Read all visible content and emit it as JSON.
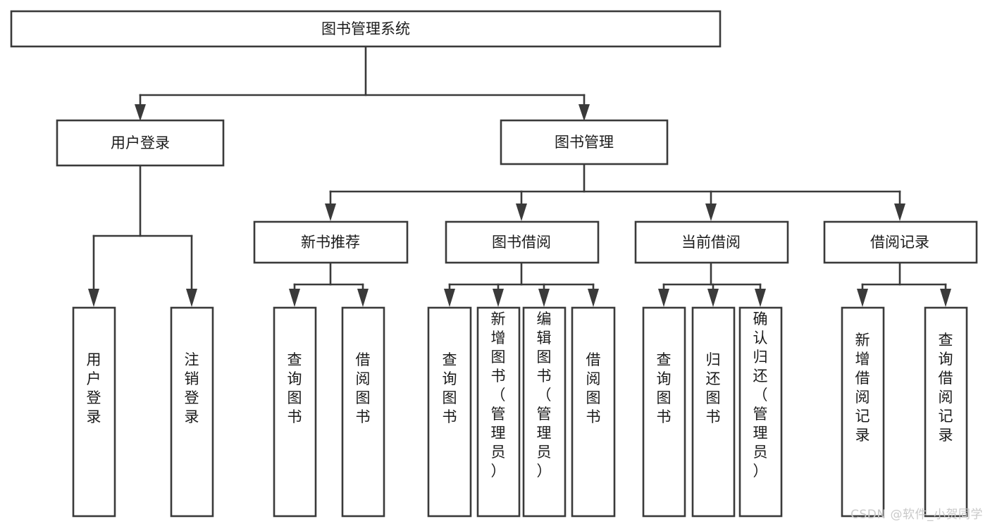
{
  "diagram": {
    "type": "hierarchy-tree",
    "title": "图书管理系统",
    "watermark": "CSDN @软件_小贺同学",
    "colors": {
      "stroke": "#3a3a3a",
      "fill": "#ffffff",
      "text": "#1b1b1b",
      "watermark": "#c9c9c9"
    },
    "root": {
      "label": "图书管理系统"
    },
    "level2": [
      {
        "label": "用户登录"
      },
      {
        "label": "图书管理"
      }
    ],
    "level3": [
      {
        "label": "新书推荐"
      },
      {
        "label": "图书借阅"
      },
      {
        "label": "当前借阅"
      },
      {
        "label": "借阅记录"
      }
    ],
    "leaves": {
      "user_login": [
        {
          "label": "用户登录"
        },
        {
          "label": "注销登录"
        }
      ],
      "new_book": [
        {
          "label": "查询图书"
        },
        {
          "label": "借阅图书"
        }
      ],
      "book_borrow": [
        {
          "label": "查询图书"
        },
        {
          "label": "新增图书（管理员）"
        },
        {
          "label": "编辑图书（管理员）"
        },
        {
          "label": "借阅图书"
        }
      ],
      "current_borrow": [
        {
          "label": "查询图书"
        },
        {
          "label": "归还图书"
        },
        {
          "label": "确认归还（管理员）"
        }
      ],
      "borrow_record": [
        {
          "label": "新增借阅记录"
        },
        {
          "label": "查询借阅记录"
        }
      ]
    }
  }
}
